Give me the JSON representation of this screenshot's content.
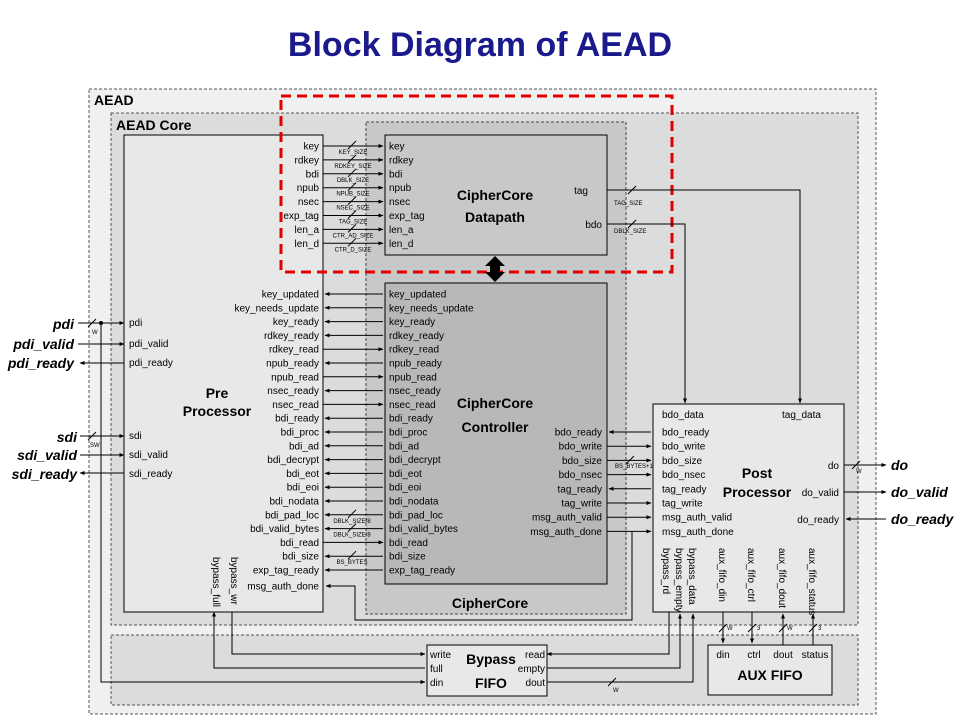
{
  "title": "Block Diagram of AEAD",
  "containers": {
    "aead": "AEAD",
    "aead_core": "AEAD Core",
    "ciphercore": "CipherCore"
  },
  "blocks": {
    "pre_processor": [
      "Pre",
      "Processor"
    ],
    "datapath": [
      "CipherCore",
      "Datapath"
    ],
    "controller": [
      "CipherCore",
      "Controller"
    ],
    "post_processor": [
      "Post",
      "Processor"
    ],
    "bypass_fifo": [
      "Bypass",
      "FIFO"
    ],
    "aux_fifo": "AUX FIFO"
  },
  "datapath_signals": [
    {
      "name": "key",
      "width": "KEY_SIZE"
    },
    {
      "name": "rdkey",
      "width": "RDKEY_SIZE"
    },
    {
      "name": "bdi",
      "width": "DBLK_SIZE"
    },
    {
      "name": "npub",
      "width": "NPUB_SIZE"
    },
    {
      "name": "nsec",
      "width": "NSEC_SIZE"
    },
    {
      "name": "exp_tag",
      "width": "TAG_SIZE"
    },
    {
      "name": "len_a",
      "width": "CTR_AD_SIZE"
    },
    {
      "name": "len_d",
      "width": "CTR_D_SIZE"
    }
  ],
  "datapath_outputs": [
    {
      "name": "tag",
      "width": "TAG_SIZE"
    },
    {
      "name": "bdo",
      "width": "DBLK_SIZE"
    }
  ],
  "controller_signals": [
    {
      "name": "key_updated",
      "dir": "left",
      "width": ""
    },
    {
      "name": "key_needs_update",
      "dir": "left",
      "width": ""
    },
    {
      "name": "key_ready",
      "dir": "left",
      "width": ""
    },
    {
      "name": "rdkey_ready",
      "dir": "left",
      "width": ""
    },
    {
      "name": "rdkey_read",
      "dir": "right",
      "width": ""
    },
    {
      "name": "npub_ready",
      "dir": "left",
      "width": ""
    },
    {
      "name": "npub_read",
      "dir": "right",
      "width": ""
    },
    {
      "name": "nsec_ready",
      "dir": "left",
      "width": ""
    },
    {
      "name": "nsec_read",
      "dir": "right",
      "width": ""
    },
    {
      "name": "bdi_ready",
      "dir": "left",
      "width": ""
    },
    {
      "name": "bdi_proc",
      "dir": "left",
      "width": ""
    },
    {
      "name": "bdi_ad",
      "dir": "left",
      "width": ""
    },
    {
      "name": "bdi_decrypt",
      "dir": "left",
      "width": ""
    },
    {
      "name": "bdi_eot",
      "dir": "left",
      "width": ""
    },
    {
      "name": "bdi_eoi",
      "dir": "left",
      "width": ""
    },
    {
      "name": "bdi_nodata",
      "dir": "left",
      "width": ""
    },
    {
      "name": "bdi_pad_loc",
      "dir": "left",
      "width": "DBLK_SIZE/8"
    },
    {
      "name": "bdi_valid_bytes",
      "dir": "left",
      "width": "DBLK_SIZE/8"
    },
    {
      "name": "bdi_read",
      "dir": "right",
      "width": ""
    },
    {
      "name": "bdi_size",
      "dir": "left",
      "width": "BS_BYTES"
    },
    {
      "name": "exp_tag_ready",
      "dir": "left",
      "width": ""
    }
  ],
  "pre_extra": "msg_auth_done",
  "controller_right": [
    "bdo_ready",
    "bdo_write",
    "bdo_size",
    "bdo_nsec",
    "tag_ready",
    "tag_write",
    "msg_auth_valid",
    "msg_auth_done"
  ],
  "bdo_size_width": "BS_BYTES+1",
  "pre_ports": {
    "pdi": [
      "pdi",
      "pdi_valid",
      "pdi_ready"
    ],
    "sdi": [
      "sdi",
      "sdi_valid",
      "sdi_ready"
    ],
    "bottom": [
      "bypass_full",
      "bypass_wr"
    ]
  },
  "external": {
    "pdi": "pdi",
    "pdi_valid": "pdi_valid",
    "pdi_ready": "pdi_ready",
    "sdi": "sdi",
    "sdi_valid": "sdi_valid",
    "sdi_ready": "sdi_ready",
    "do": "do",
    "do_valid": "do_valid",
    "do_ready": "do_ready"
  },
  "bus_widths": {
    "pdi": "W",
    "sdi": "SW",
    "do": "W",
    "bypass": "W"
  },
  "post_ports": {
    "top": [
      "bdo_data",
      "tag_data"
    ],
    "left": [
      "bdo_ready",
      "bdo_write",
      "bdo_size",
      "bdo_nsec",
      "tag_ready",
      "tag_write",
      "msg_auth_valid",
      "msg_auth_done"
    ],
    "right": [
      "do",
      "do_valid",
      "do_ready"
    ],
    "bottom": [
      "bypass_rd",
      "bypass_empty",
      "bypass_data",
      "aux_fifo_din",
      "aux_fifo_ctrl",
      "aux_fifo_dout",
      "aux_fifo_status"
    ]
  },
  "bypass_ports": {
    "left": [
      "write",
      "full",
      "din"
    ],
    "right": [
      "read",
      "empty",
      "dout"
    ]
  },
  "aux_ports": [
    "din",
    "ctrl",
    "dout",
    "status"
  ],
  "aux_widths": [
    "W",
    "3",
    "W",
    "3"
  ],
  "colors": {
    "title": "#1a1a8c",
    "highlight": "#e00000",
    "container": "#e6e6e6",
    "block": "#d0d0d0"
  }
}
